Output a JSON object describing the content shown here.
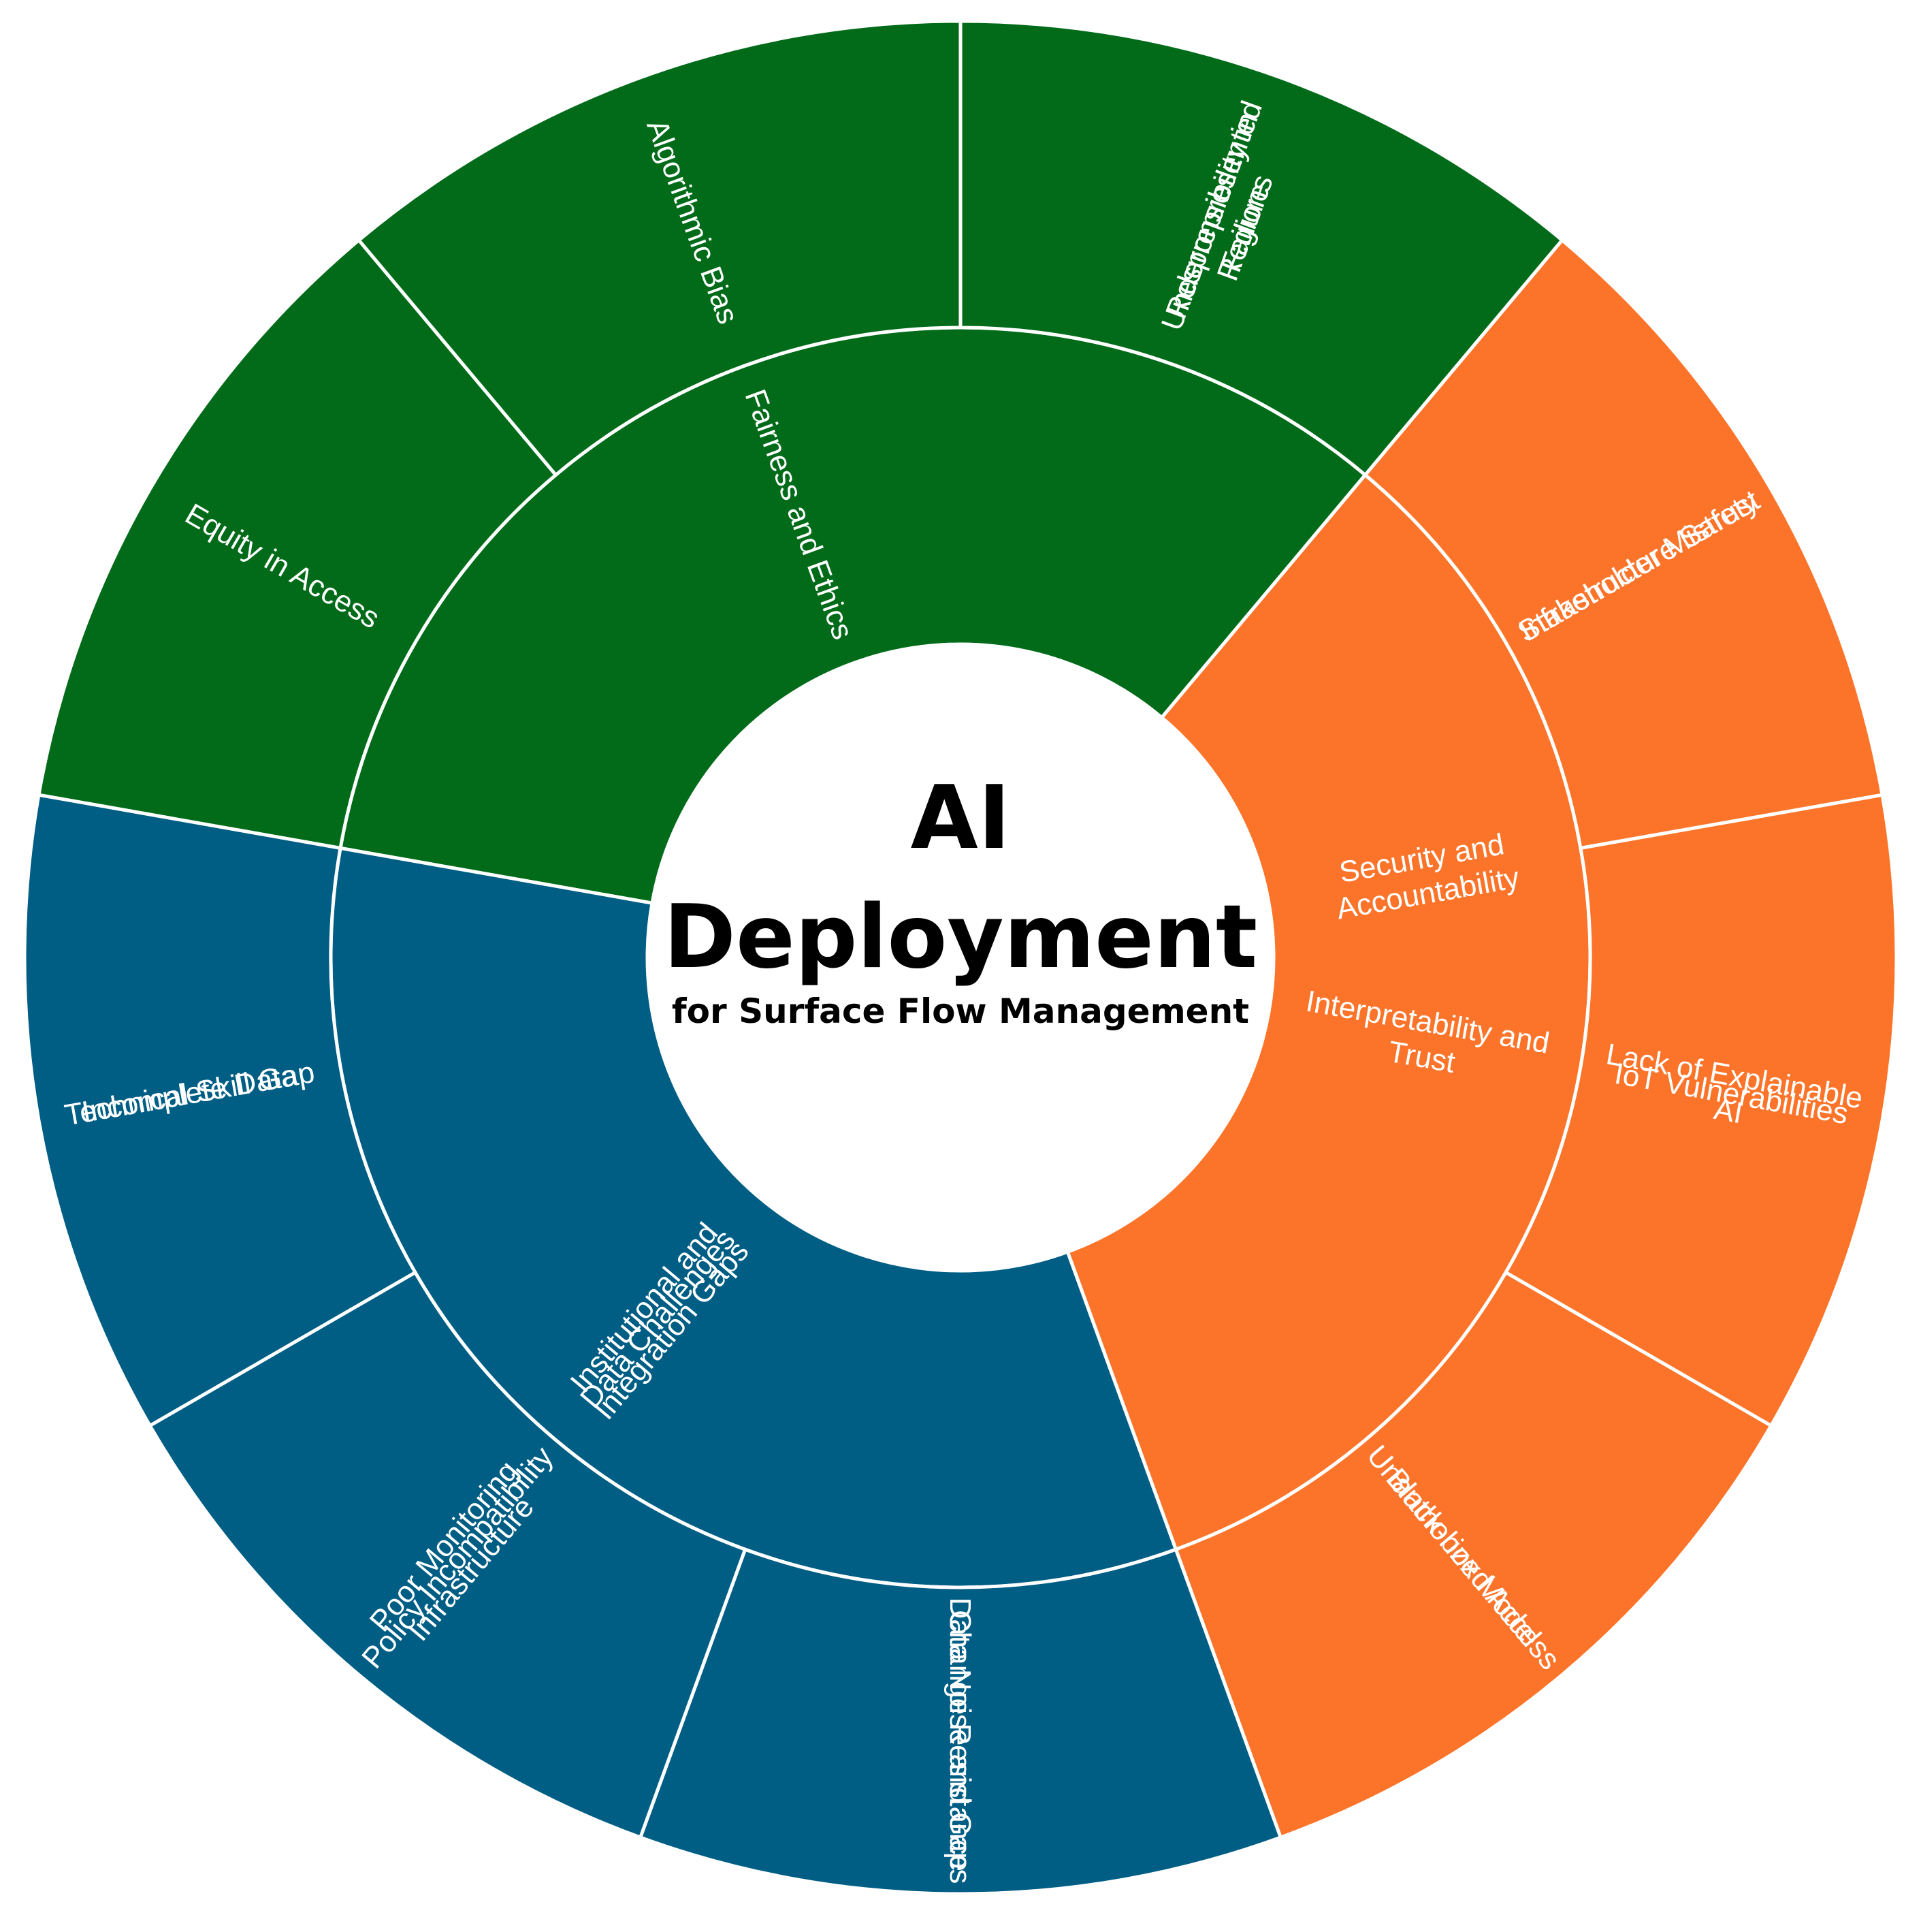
{
  "center": {
    "title_line1": "AI",
    "title_line2": "Deployment",
    "subtitle": "for Surface Flow Management"
  },
  "categories": [
    {
      "name": "Security and Accountability",
      "label_lines": [
        "Security and",
        "Accountability"
      ],
      "color": "#00A0D8",
      "children": [
        {
          "name": "Responsibility in Failure",
          "label_lines": [
            "Responsibility in",
            "Failure"
          ]
        },
        {
          "name": "Infrastructure Safety",
          "label_lines": [
            "Infrastructure Safety"
          ]
        },
        {
          "name": "IoT Vulnerabilities",
          "label_lines": [
            "IoT Vulnerabilities"
          ]
        },
        {
          "name": "Unauthorized Access",
          "label_lines": [
            "Unauthorized Access"
          ]
        }
      ]
    },
    {
      "name": "Institutional and Integration Gaps",
      "label_lines": [
        "Institutional and",
        "Integration Gaps"
      ],
      "color": "#B8289A",
      "children": [
        {
          "name": "Change Resistance",
          "label_lines": [
            "Change Resistance"
          ]
        },
        {
          "name": "Policy Incompatibility",
          "label_lines": [
            "Policy Incompatibility"
          ]
        },
        {
          "name": "Technical Skill Gap",
          "label_lines": [
            "Technical Skill Gap"
          ]
        }
      ]
    },
    {
      "name": "Fairness and Ethics",
      "label_lines": [
        "Fairness and Ethics"
      ],
      "color": "#026B19",
      "children": [
        {
          "name": "Equity in Access",
          "label_lines": [
            "Equity in Access"
          ]
        },
        {
          "name": "Algorithmic Bias",
          "label_lines": [
            "Algorithmic Bias"
          ]
        },
        {
          "name": "Underrepresented Regions",
          "label_lines": [
            "Underrepresented",
            "Regions"
          ]
        }
      ]
    },
    {
      "name": "Interpretability and Trust",
      "label_lines": [
        "Interpretability and",
        "Trust"
      ],
      "color": "#FC742A",
      "children": [
        {
          "name": "Stakeholder Mistrust",
          "label_lines": [
            "Stakeholder Mistrust"
          ]
        },
        {
          "name": "Lack of Explainable AI",
          "label_lines": [
            "Lack of Explainable",
            "AI"
          ]
        },
        {
          "name": "Black-box Model",
          "label_lines": [
            "Black-box Model"
          ]
        }
      ]
    },
    {
      "name": "Data Challenges",
      "label_lines": [
        "Data Challenges"
      ],
      "color": "#005D84",
      "children": [
        {
          "name": "Data Noise and Gaps",
          "label_lines": [
            "Data Noise and Gaps"
          ]
        },
        {
          "name": "Poor Monitoring Infrastructure",
          "label_lines": [
            "Poor Monitoring",
            "Infrastructure"
          ]
        },
        {
          "name": "Incomplete Data",
          "label_lines": [
            "Incomplete Data"
          ]
        }
      ]
    }
  ]
}
